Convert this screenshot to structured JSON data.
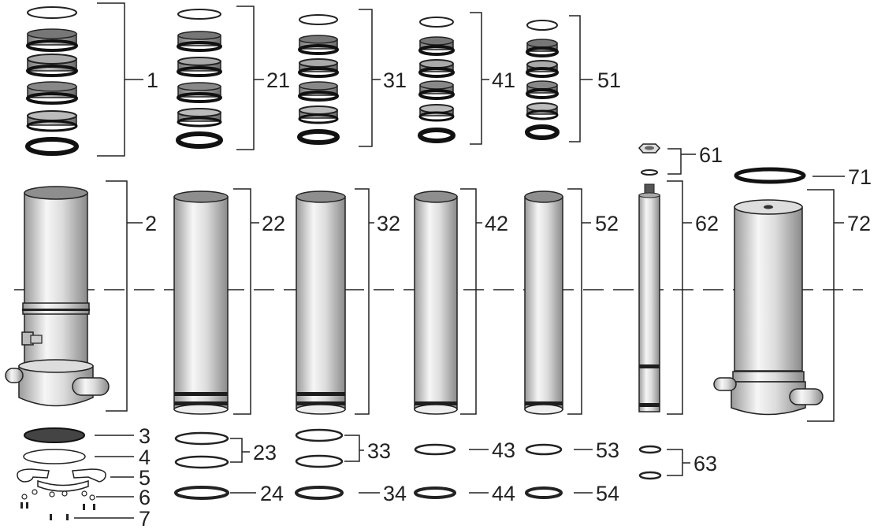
{
  "colors": {
    "outline": "#222222",
    "steel_light": "#f4f4f4",
    "steel_mid": "#c8c8c8",
    "steel_dark": "#8a8a8a",
    "band_dark": "#1e1e1e",
    "seal_dark": "#6d6d6d",
    "top_face": "#8e8e8e"
  },
  "labels": {
    "l1": "1",
    "l21": "21",
    "l31": "31",
    "l41": "41",
    "l51": "51",
    "l61": "61",
    "l71": "71",
    "l2": "2",
    "l22": "22",
    "l32": "32",
    "l42": "42",
    "l52": "52",
    "l62": "62",
    "l72": "72",
    "l3": "3",
    "l4": "4",
    "l5": "5",
    "l6": "6",
    "l7": "7",
    "l23": "23",
    "l24": "24",
    "l33": "33",
    "l34": "34",
    "l43": "43",
    "l44": "44",
    "l53": "53",
    "l54": "54",
    "l63": "63"
  },
  "icons": {
    "seal_kit": "seal-ring-icon",
    "tube": "cylinder-tube-icon",
    "piston_rod": "piston-rod-icon",
    "nut": "hex-nut-icon",
    "washer": "washer-icon",
    "o_ring": "o-ring-icon"
  }
}
